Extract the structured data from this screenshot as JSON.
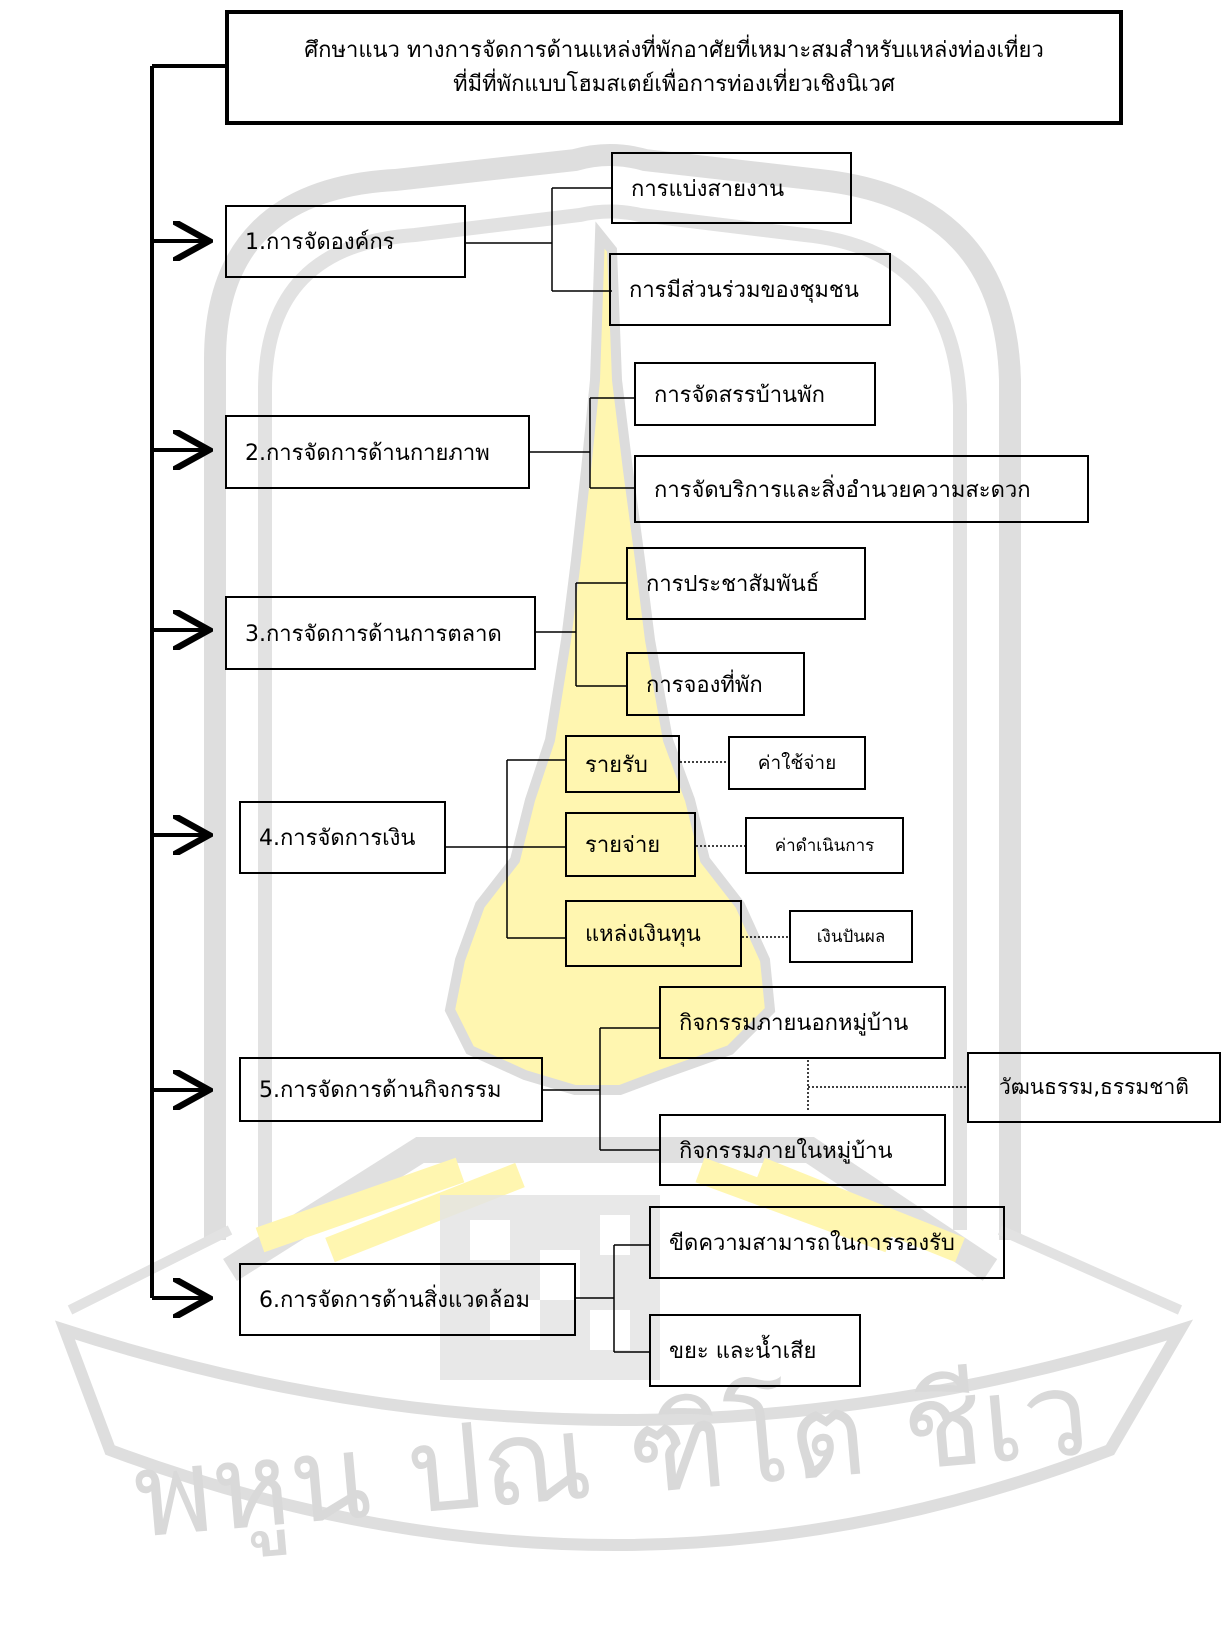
{
  "title": {
    "line1": "ศึกษาแนว ทางการจัดการด้านแหล่งที่พักอาศัยที่เหมาะสมสำหรับแหล่งท่องเที่ยว",
    "line2": "ที่มีที่พักแบบโฮมสเตย์เพื่อการท่องเที่ยวเชิงนิเวศ"
  },
  "categories": [
    {
      "label": "1.การจัดองค์กร",
      "items": [
        "การแบ่งสายงาน",
        "การมีส่วนร่วมของชุมชน"
      ]
    },
    {
      "label": "2.การจัดการด้านกายภาพ",
      "items": [
        "การจัดสรรบ้านพัก",
        "การจัดบริการและสิ่งอำนวยความสะดวก"
      ]
    },
    {
      "label": "3.การจัดการด้านการตลาด",
      "items": [
        "การประชาสัมพันธ์",
        "การจองที่พัก"
      ]
    },
    {
      "label": "4.การจัดการเงิน",
      "items": [
        "รายรับ",
        "รายจ่าย",
        "แหล่งเงินทุน"
      ],
      "details": [
        "ค่าใช้จ่าย",
        "ค่าดำเนินการ",
        "เงินปันผล"
      ]
    },
    {
      "label": "5.การจัดการด้านกิจกรรม",
      "items": [
        "กิจกรรมภายนอกหมู่บ้าน",
        "กิจกรรมภายในหมู่บ้าน"
      ],
      "details": [
        "วัฒนธรรม,ธรรมชาติ"
      ]
    },
    {
      "label": "6.การจัดการด้านสิ่งแวดล้อม",
      "items": [
        "ขีดความสามารถในการรองรับ",
        "ขยะ  และน้ำเสีย"
      ]
    }
  ],
  "watermark": {
    "text": "พหูน ปณ ฑิโต ชีเว",
    "colors": {
      "gray": "#d9d9d9",
      "yellow": "#fff6b0"
    }
  }
}
